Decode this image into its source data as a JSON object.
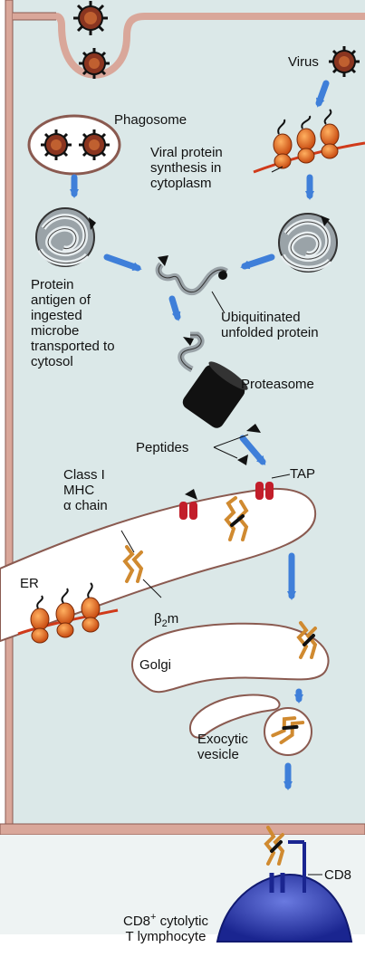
{
  "labels": {
    "virus": "Virus",
    "phagosome": "Phagosome",
    "viral_synthesis": "Viral protein\nsynthesis in\ncytoplasm",
    "protein_antigen": "Protein\nantigen of\ningested\nmicrobe\ntransported to\ncytosol",
    "ubiquitinated": "Ubiquitinated\nunfolded protein",
    "proteasome": "Proteasome",
    "peptides": "Peptides",
    "tap": "TAP",
    "class1_mhc": "Class I\nMHC\nα chain",
    "er": "ER",
    "b2m_base": "β",
    "b2m_sub": "2",
    "b2m_m": "m",
    "golgi": "Golgi",
    "exocytic": "Exocytic\nvesicle",
    "cd8": "CD8",
    "cd8_cell_sup": "+",
    "cd8_cell_pre": "CD8",
    "cd8_cell_post": " cytolytic\nT lymphocyte"
  },
  "colors": {
    "background": "#dbe8e8",
    "membrane": "#d9a79a",
    "membrane_dark": "#8a5a50",
    "arrow": "#3f7fd9",
    "virus_core": "#7a2a1a",
    "ribosome": "#e0661e",
    "mrna": "#d03a1a",
    "mhc_chain": "#d08a30",
    "tap": "#c21e2a",
    "proteasome": "#111111",
    "cell_blue": "#2233aa"
  }
}
